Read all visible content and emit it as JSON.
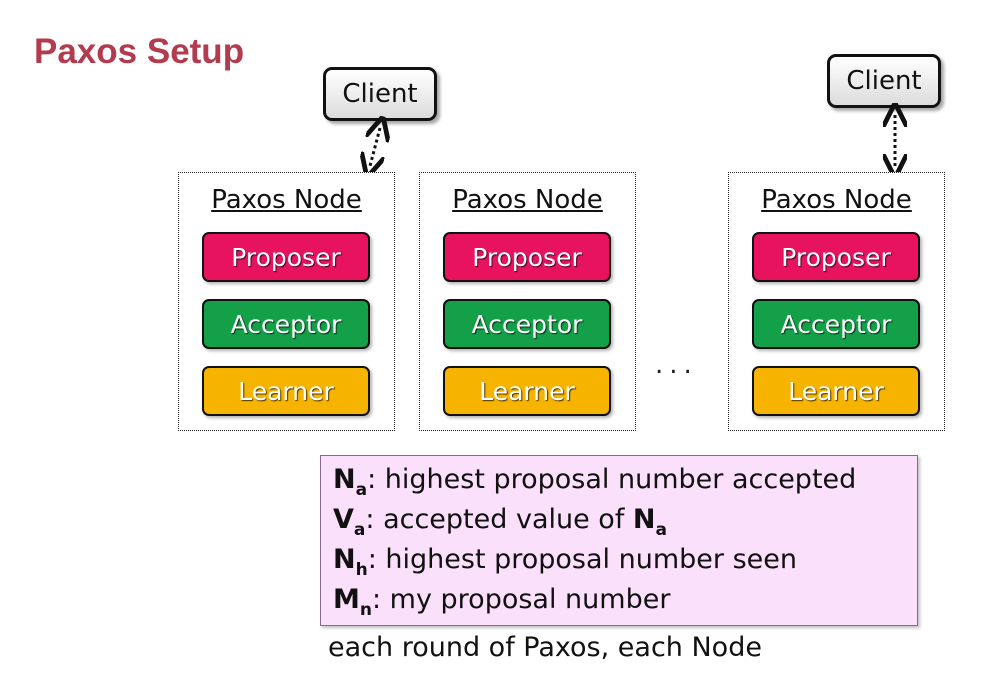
{
  "title": "Paxos Setup",
  "clients": [
    {
      "label": "Client"
    },
    {
      "label": "Client"
    }
  ],
  "nodes": [
    {
      "title": "Paxos Node",
      "roles": {
        "proposer": "Proposer",
        "acceptor": "Acceptor",
        "learner": "Learner"
      }
    },
    {
      "title": "Paxos Node",
      "roles": {
        "proposer": "Proposer",
        "acceptor": "Acceptor",
        "learner": "Learner"
      }
    },
    {
      "title": "Paxos Node",
      "roles": {
        "proposer": "Proposer",
        "acceptor": "Acceptor",
        "learner": "Learner"
      }
    }
  ],
  "ellipsis": "...",
  "legend": [
    {
      "symbol": "N",
      "sub": "a",
      "text": ": highest proposal number accepted"
    },
    {
      "symbol": "V",
      "sub": "a",
      "text": ": accepted value of ",
      "ref_symbol": "N",
      "ref_sub": "a"
    },
    {
      "symbol": "N",
      "sub": "h",
      "text": ": highest proposal number seen"
    },
    {
      "symbol": "M",
      "sub": "n",
      "text": ": my proposal number"
    }
  ],
  "footer": "each round of Paxos, each Node",
  "colors": {
    "title": "#b23b4e",
    "proposer": "#e8135e",
    "acceptor": "#14a049",
    "learner": "#f6b400",
    "legend_bg": "#fae0fb"
  }
}
